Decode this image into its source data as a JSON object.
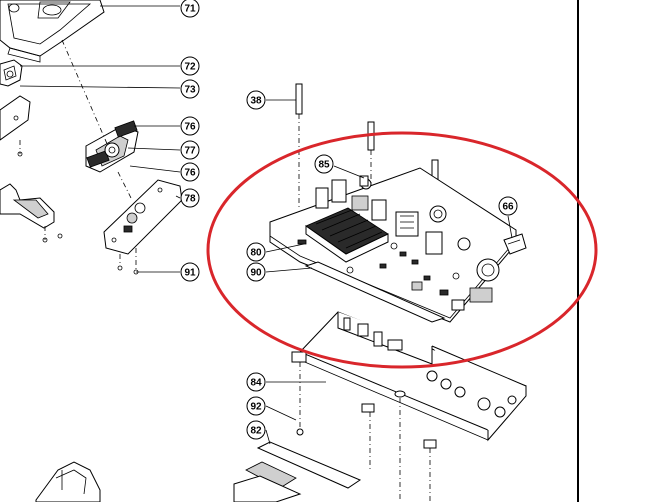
{
  "callouts": [
    {
      "key": "c71",
      "label": "71"
    },
    {
      "key": "c72",
      "label": "72"
    },
    {
      "key": "c73",
      "label": "73"
    },
    {
      "key": "c76a",
      "label": "76"
    },
    {
      "key": "c77",
      "label": "77"
    },
    {
      "key": "c76b",
      "label": "76"
    },
    {
      "key": "c78",
      "label": "78"
    },
    {
      "key": "c91",
      "label": "91"
    },
    {
      "key": "c38",
      "label": "38"
    },
    {
      "key": "c85",
      "label": "85"
    },
    {
      "key": "c66",
      "label": "66"
    },
    {
      "key": "c80",
      "label": "80"
    },
    {
      "key": "c90",
      "label": "90"
    },
    {
      "key": "c84",
      "label": "84"
    },
    {
      "key": "c92",
      "label": "92"
    },
    {
      "key": "c82",
      "label": "82"
    }
  ],
  "highlight": {
    "color": "#d9262b"
  },
  "colors": {
    "line": "#000000",
    "background": "#ffffff"
  }
}
